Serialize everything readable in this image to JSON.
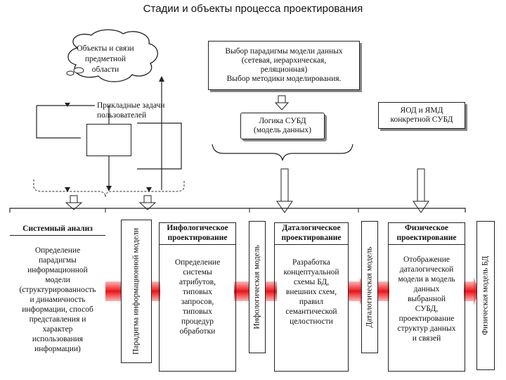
{
  "title": "Стадии и объекты процесса проектирования",
  "top": {
    "cloud_label": "Объекты и связи\nпредметной\nобласти",
    "tasks_label": "Прикладные задачи\nпользователей",
    "paradigm_box": "Выбор парадигмы модели данных\n(сетевая, иерархическая,\nреляционная)\nВыбор методики моделирования.",
    "dbms_logic_box": "Логика СУБД\n(модель данных)",
    "yaod_box": "ЯОД и ЯМД\nконкретной СУБД"
  },
  "stages": [
    {
      "heading": "Системный анализ",
      "text": "Определение\nпарадигмы\nинформационной\nмодели\n(структурированность\nи динамичность\nинформации, способ\nпредставления и\nхарактер\nиспользования\nинформации)"
    },
    {
      "heading": "Инфологическое\nпроектирование",
      "text": "Определение\nсистемы\nатрибутов,\nтиповых\nзапросов,\nтиповых\nпроцедур\nобработки"
    },
    {
      "heading": "Даталогическое\nпроектирование",
      "text": "Разработка\nконцептуальной\nсхемы БД,\nвнешних схем,\nправил\nсемантической\nцелостности"
    },
    {
      "heading": "Физическое\nпроектирование",
      "text": "Отображение\nдаталогической\nмодели в модель\nданных\nвыбранной\nСУБД,\nпроектирование\nструктур данных\nи связей"
    }
  ],
  "models": [
    "Парадигма информационной\nмодели",
    "Инфологическая модель",
    "Даталогическая модель",
    "Физическая модель БД"
  ],
  "colors": {
    "arrow_red": "#e8151b",
    "line": "#222222",
    "shadow": "#888888"
  }
}
